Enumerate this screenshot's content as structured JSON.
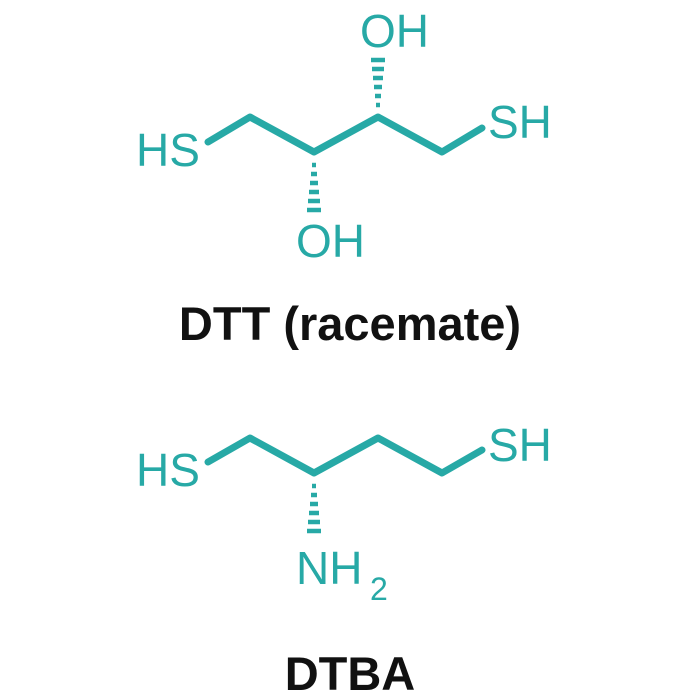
{
  "structures": [
    {
      "caption": "DTT (racemate)",
      "labels": {
        "left_thiol": "HS",
        "right_thiol": "SH",
        "top_hydroxyl": "OH",
        "bottom_hydroxyl": "OH"
      }
    },
    {
      "caption": "DTBA",
      "labels": {
        "left_thiol": "HS",
        "right_thiol": "SH",
        "amine": "NH",
        "amine_subscript": "2"
      }
    }
  ],
  "colors": {
    "structure": "#27a9a6",
    "caption": "#111111"
  }
}
